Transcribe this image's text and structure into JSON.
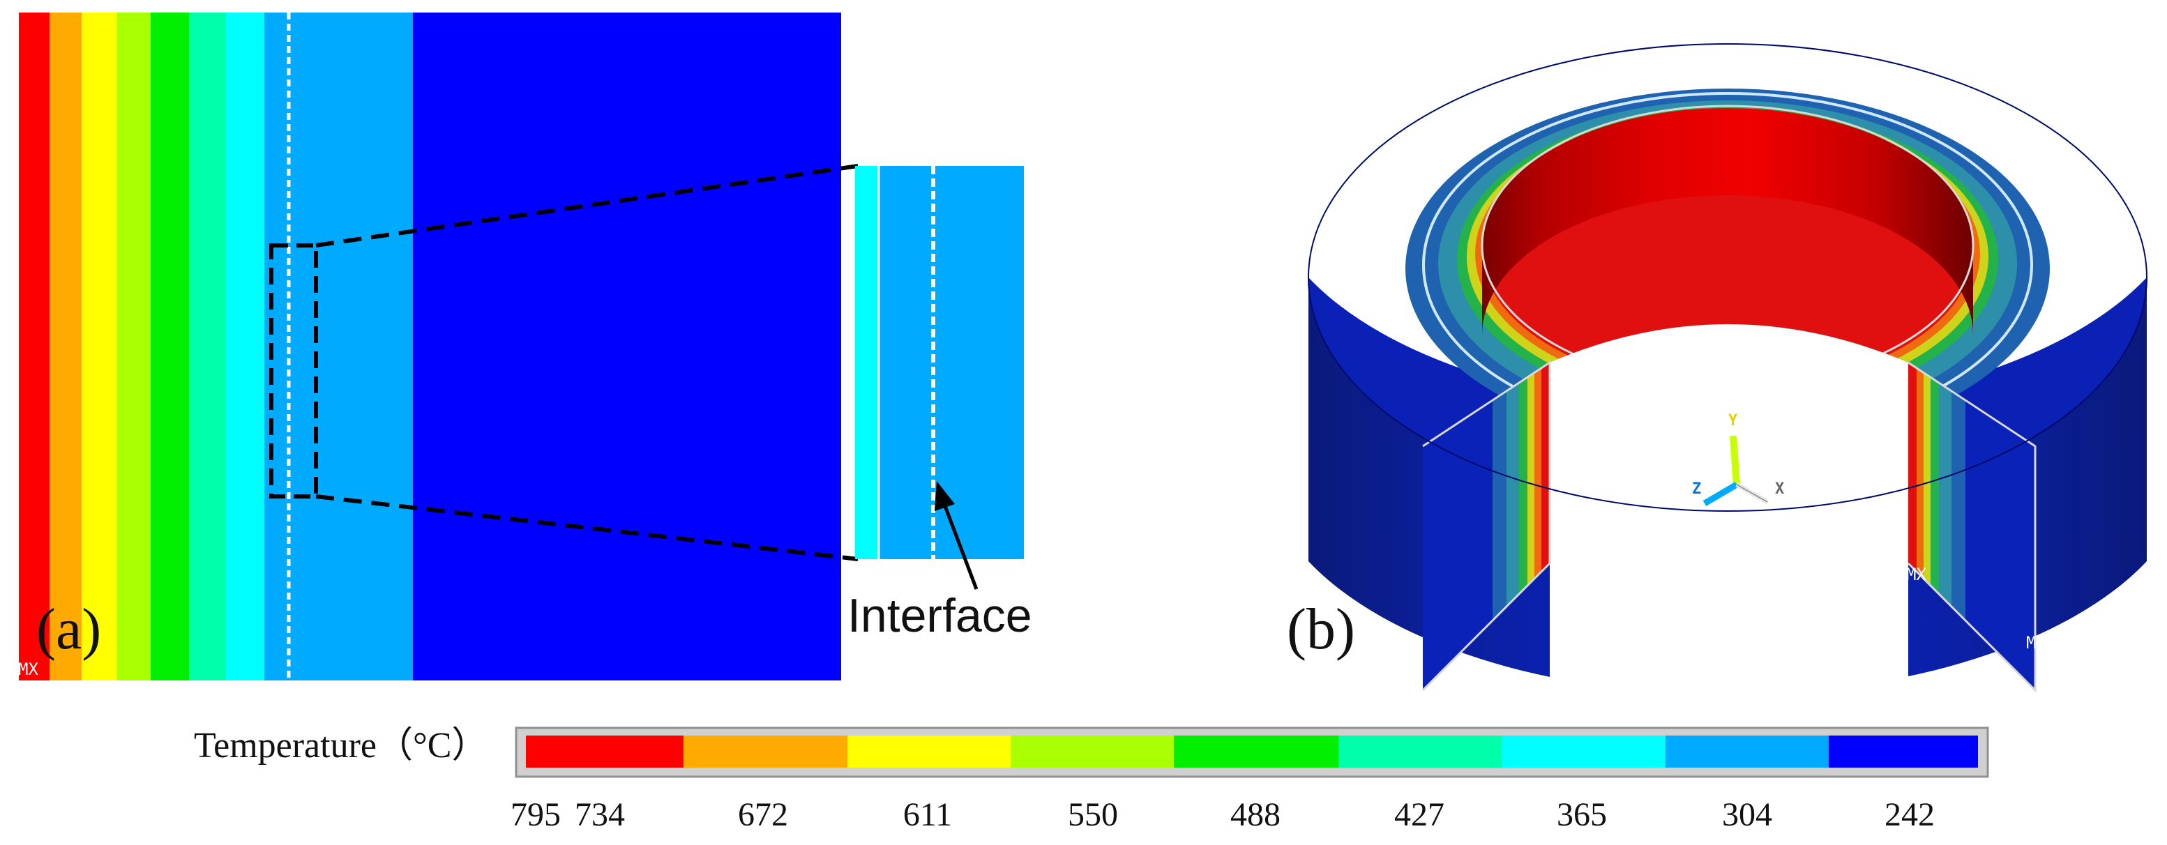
{
  "panels": {
    "a": {
      "label": "(a)",
      "corner_label": "MX"
    },
    "b": {
      "label": "(b)",
      "corner_label_max": "MX",
      "corner_label_min": "MN"
    }
  },
  "zoom_inset": {
    "annotation": "Interface"
  },
  "triad_axes": [
    "Y",
    "Z",
    "X"
  ],
  "legend": {
    "title": "Temperature（°C）",
    "tick_labels": [
      "795",
      "734",
      "672",
      "611",
      "550",
      "488",
      "427",
      "365",
      "304",
      "242"
    ]
  },
  "colors": {
    "band_1": "#ff0000",
    "band_2": "#ffaa00",
    "band_3": "#ffff00",
    "band_4": "#aaff00",
    "band_5": "#00ee00",
    "band_6": "#00ffaa",
    "band_7": "#00ffff",
    "band_8": "#00aaff",
    "band_9": "#0000ff",
    "interface_line": "#ffffff",
    "zoom_lines": "#000000"
  }
}
